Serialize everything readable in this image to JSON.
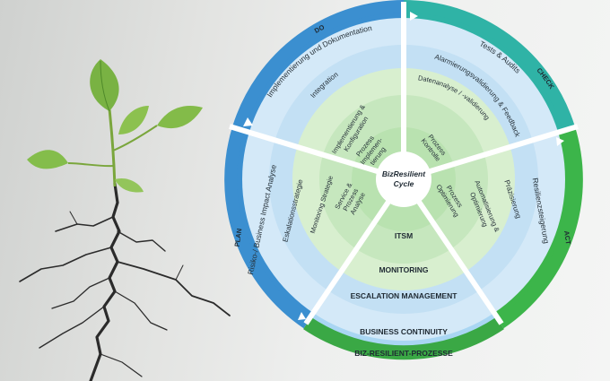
{
  "wheel": {
    "center": {
      "line1": "BizResilient",
      "line2": "Cycle"
    },
    "segments": {
      "do": "DO",
      "check": "CHECK",
      "act": "ACT",
      "plan": "PLAN"
    },
    "outer_band": {
      "do": "Implementierung und Dokumentation",
      "check": "Tests & Audits",
      "act": "Resilienzsteigerung",
      "plan": "Risiko-/ Business Impact Analyse"
    },
    "ring2": {
      "do": "Integration",
      "check": "Alarmierungsvalidierung & Feedback",
      "act": "Präzisierung",
      "plan": "Eskalationsstrategie"
    },
    "ring3": {
      "do": [
        "Implementierung &",
        "Konfiguration"
      ],
      "check": "Datenanalyse / -validierung",
      "act": [
        "Automatisierung &",
        "Optimierung"
      ],
      "plan": "Monitoring Strategie"
    },
    "inner": {
      "do": [
        "Prozess",
        "Implemen-",
        "tierung"
      ],
      "check": [
        "Prozess",
        "Kontrolle"
      ],
      "act": [
        "Prozess",
        "Optimierung"
      ],
      "plan": [
        "Service &",
        "Prozess",
        "Analyse"
      ]
    },
    "layers": {
      "itsm": "ITSM",
      "monitoring": "MONITORING",
      "escalation": "ESCALATION MANAGEMENT",
      "continuity": "BUSINESS CONTINUITY",
      "processes": "BIZ-RESILIENT-PROZESSE"
    },
    "colors": {
      "do_plan_blue": "#3b8fd0",
      "check_teal": "#2fb3a6",
      "act_green": "#3cb54a",
      "band_green": "#3aa845",
      "light_blue": "#d4e9f8",
      "mid_blue": "#bedcf2",
      "light_green": "#d8efcf",
      "hub_green": "#b9e2b0"
    }
  }
}
